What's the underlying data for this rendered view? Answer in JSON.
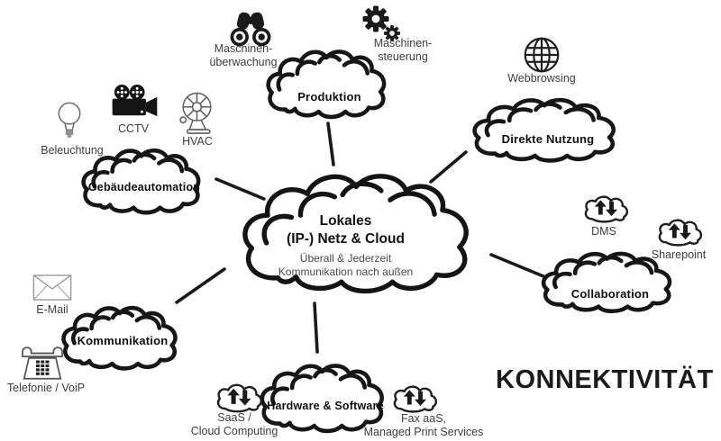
{
  "heading": "KONNEKTIVITÄT",
  "colors": {
    "ink": "#1a1a1a",
    "label_text": "#3e3e3e",
    "light_gray_icon": "#9b9b9b"
  },
  "central_cloud": {
    "title_line1": "Lokales",
    "title_line2": "(IP-) Netz & Cloud",
    "subtitle_line1": "Überall & Jederzeit",
    "subtitle_line2": "Kommunikation nach außen"
  },
  "clouds": {
    "produktion": "Produktion",
    "direkte_nutzung": "Direkte Nutzung",
    "gebaeudeautomation": "Gebäudeautomation",
    "collaboration": "Collaboration",
    "kommunikation": "Kommunikation",
    "hardware_software": "Hardware & Software"
  },
  "items": {
    "maschinenueberwachung": {
      "icon": "binoculars-icon",
      "line1": "Maschinen-",
      "line2": "überwachung"
    },
    "maschinensteuerung": {
      "icon": "gears-icon",
      "line1": "Maschinen-",
      "line2": "steuerung"
    },
    "webbrowsing": {
      "icon": "globe-icon",
      "line1": "Webbrowsing"
    },
    "dms": {
      "icon": "cloud-sync-icon",
      "line1": "DMS"
    },
    "sharepoint": {
      "icon": "cloud-sync-icon",
      "line1": "Sharepoint"
    },
    "beleuchtung": {
      "icon": "lightbulb-icon",
      "line1": "Beleuchtung"
    },
    "cctv": {
      "icon": "video-camera-icon",
      "line1": "CCTV"
    },
    "hvac": {
      "icon": "fan-icon",
      "line1": "HVAC"
    },
    "email": {
      "icon": "envelope-icon",
      "line1": "E-Mail"
    },
    "telefonie": {
      "icon": "telephone-icon",
      "line1": "Telefonie / VoiP"
    },
    "saas": {
      "icon": "cloud-sync-icon",
      "line1": "SaaS /",
      "line2": "Cloud Computing"
    },
    "faxaas": {
      "icon": "cloud-sync-icon",
      "line1": "Fax aaS,",
      "line2": "Managed Print Services"
    }
  }
}
